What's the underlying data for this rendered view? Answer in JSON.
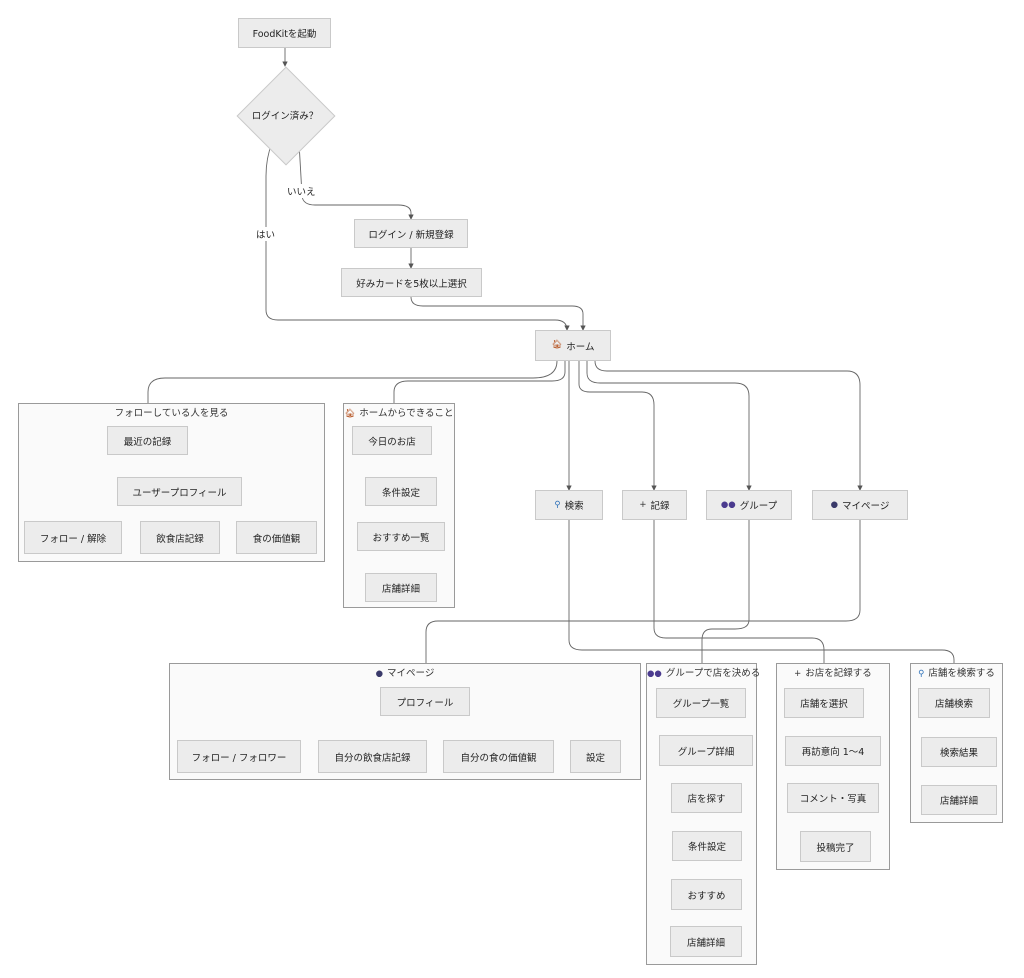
{
  "nodes": {
    "start": "FoodKitを起動",
    "decision": "ログイン済み？",
    "login": "ログイン / 新規登録",
    "cards": "好みカードを5枚以上選択",
    "home": "ホーム",
    "recent": "最近の記録",
    "user_profile": "ユーザープロフィール",
    "follow_unfollow": "フォロー / 解除",
    "restaurant_records": "飲食店記録",
    "food_values": "食の価値観",
    "today_shop": "今日のお店",
    "conditions": "条件設定",
    "recommend_list": "おすすめ一覧",
    "shop_detail_home": "店舗詳細",
    "search": "検索",
    "record": "記録",
    "group": "グループ",
    "mypage": "マイページ",
    "profile": "プロフィール",
    "follow_follower": "フォロー / フォロワー",
    "my_records": "自分の飲食店記録",
    "my_values": "自分の食の価値観",
    "settings": "設定",
    "group_list": "グループ一覧",
    "group_detail": "グループ詳細",
    "find_shop": "店を探す",
    "group_conditions": "条件設定",
    "group_recommend": "おすすめ",
    "group_shop_detail": "店舗詳細",
    "select_shop": "店舗を選択",
    "revisit": "再訪意向 1〜4",
    "comment_photo": "コメント・写真",
    "post_done": "投稿完了",
    "shop_search": "店舗検索",
    "search_results": "検索結果",
    "shop_detail_search": "店舗詳細"
  },
  "clusters": {
    "following": "フォローしている人を見る",
    "home_actions": "ホームからできること",
    "mypage": "マイページ",
    "group_decide": "グループで店を決める",
    "record_shop": "お店を記録する",
    "search_shop": "店舗を検索する"
  },
  "edge_labels": {
    "yes": "はい",
    "no": "いいえ"
  },
  "icons": {
    "home": "house-icon",
    "search": "search-icon",
    "plus": "plus-icon",
    "group": "group-icon",
    "user": "user-icon"
  },
  "colors": {
    "node_fill": "#ececec",
    "node_border": "#c9c9c9",
    "cluster_fill": "#fafafa",
    "cluster_border": "#9a9a9a",
    "edge": "#555555"
  }
}
